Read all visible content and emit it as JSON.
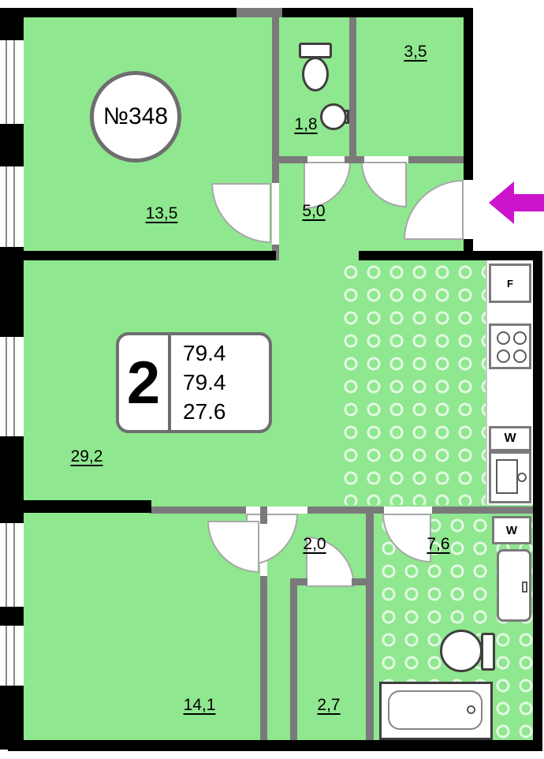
{
  "plan": {
    "apartment_number": "№348",
    "badge": {
      "rooms": "2",
      "values": [
        "79.4",
        "79.4",
        "27.6"
      ]
    },
    "areas": {
      "wardrobe": "3,5",
      "bathroom_top": "1,8",
      "bedroom_top": "13,5",
      "hall": "5,0",
      "living_kitchen": "29,2",
      "corridor": "2,0",
      "bathroom_bottom": "7,6",
      "bedroom_bottom": "14,1",
      "closet": "2,7"
    },
    "appliances": {
      "fridge": "F",
      "washer_kitchen": "W",
      "washer_bath": "W"
    },
    "icons": [
      "entrance-arrow",
      "toilet",
      "sink",
      "stove",
      "fridge",
      "kitchen-sink",
      "washing-machine",
      "water-heater",
      "bathtub",
      "window",
      "door-swing"
    ],
    "colors": {
      "floor_green": "#8fe78f",
      "tile_ring": "rgba(255,255,255,0.75)",
      "wall_black": "#000000",
      "wall_gray": "#7a7a7a",
      "arrow_magenta": "#cc14cc"
    }
  }
}
